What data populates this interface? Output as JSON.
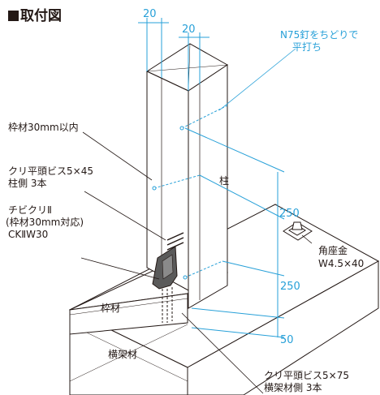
{
  "title": "取付図",
  "dimensions": {
    "top_left": "20",
    "top_right": "20",
    "upper": "250",
    "middle": "250",
    "bottom": "50"
  },
  "labels": {
    "nail_note_line1": "N75釘をちどりで",
    "nail_note_line2": "平打ち",
    "frame_limit": "枠材30mm以内",
    "screw_post_line1": "クリ平頭ビス5×45",
    "screw_post_line2": "柱側 3本",
    "bracket_line1": "チビクリⅡ",
    "bracket_line2": "(枠材30mm対応)",
    "bracket_line3": "CKⅡW30",
    "post": "柱",
    "frame": "枠材",
    "beam": "横架材",
    "washer_line1": "角座金",
    "washer_line2": "W4.5×40",
    "screw_beam_line1": "クリ平頭ビス5×75",
    "screw_beam_line2": "横架材側 3本"
  },
  "colors": {
    "line": "#231815",
    "dimension": "#27a0d8",
    "bracket": "#5a5a5a"
  }
}
